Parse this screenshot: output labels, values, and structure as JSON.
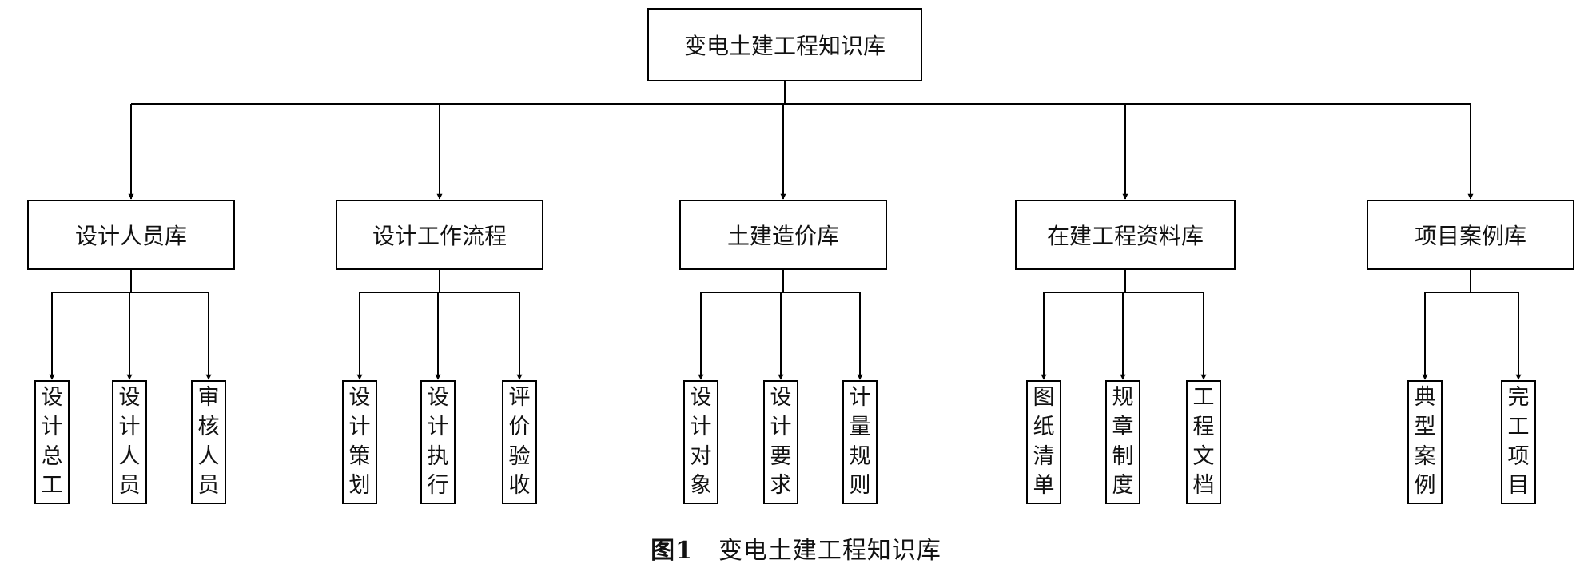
{
  "root": "变电土建工程知识库",
  "categories": [
    {
      "label": "设计人员库",
      "children": [
        "设计总工",
        "设计人员",
        "审核人员"
      ]
    },
    {
      "label": "设计工作流程",
      "children": [
        "设计策划",
        "设计执行",
        "评价验收"
      ]
    },
    {
      "label": "土建造价库",
      "children": [
        "设计对象",
        "设计要求",
        "计量规则"
      ]
    },
    {
      "label": "在建工程资料库",
      "children": [
        "图纸清单",
        "规章制度",
        "工程文档"
      ]
    },
    {
      "label": "项目案例库",
      "children": [
        "典型案例",
        "完工项目"
      ]
    }
  ],
  "caption": {
    "number": "图1",
    "text": "变电土建工程知识库"
  }
}
